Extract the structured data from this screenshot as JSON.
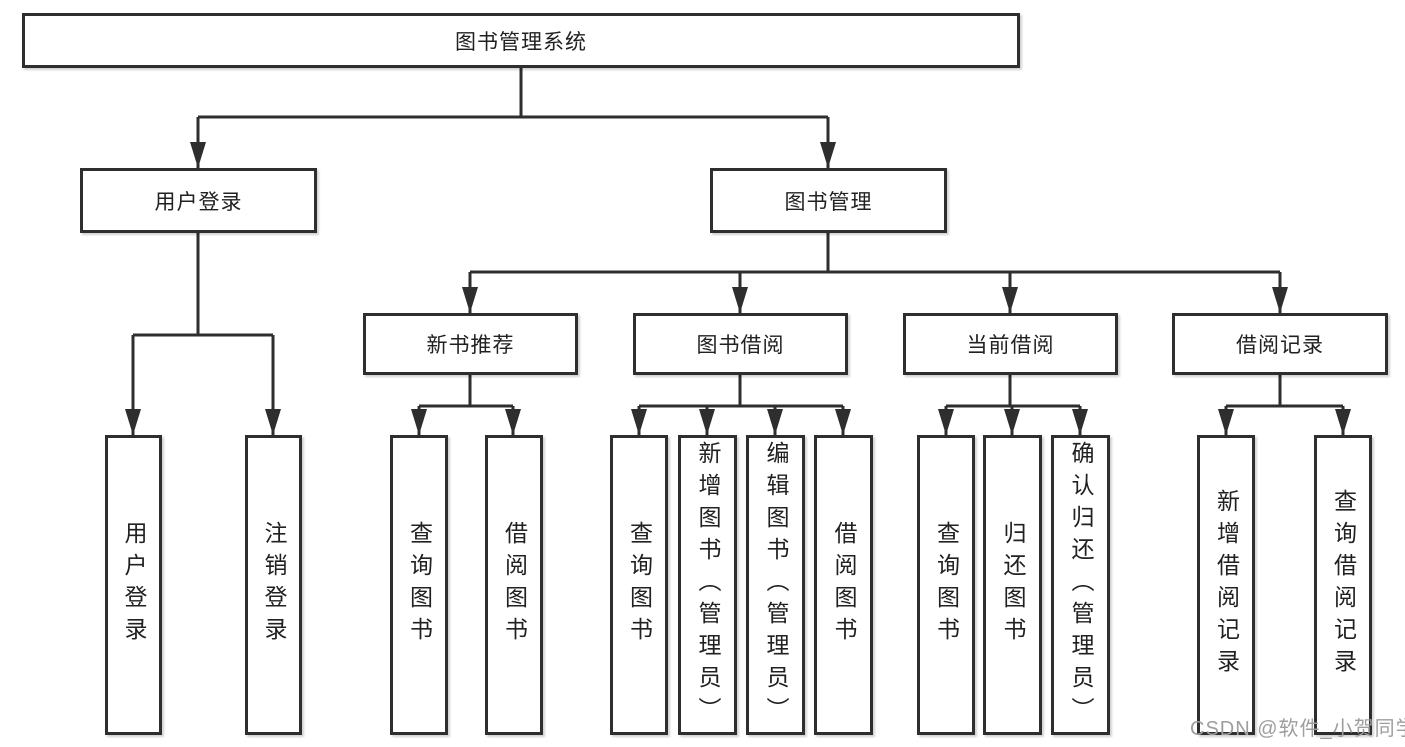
{
  "diagram": {
    "root": {
      "label": "图书管理系统"
    },
    "branches": [
      {
        "label": "用户登录",
        "children": [
          {
            "label": "用户登录"
          },
          {
            "label": "注销登录"
          }
        ]
      },
      {
        "label": "图书管理",
        "children": [
          {
            "label": "新书推荐",
            "children": [
              {
                "label": "查询图书"
              },
              {
                "label": "借阅图书"
              }
            ]
          },
          {
            "label": "图书借阅",
            "children": [
              {
                "label": "查询图书"
              },
              {
                "label": "新增图书（管理员）"
              },
              {
                "label": "编辑图书（管理员）"
              },
              {
                "label": "借阅图书"
              }
            ]
          },
          {
            "label": "当前借阅",
            "children": [
              {
                "label": "查询图书"
              },
              {
                "label": "归还图书"
              },
              {
                "label": "确认归还（管理员）"
              }
            ]
          },
          {
            "label": "借阅记录",
            "children": [
              {
                "label": "新增借阅记录"
              },
              {
                "label": "查询借阅记录"
              }
            ]
          }
        ]
      }
    ]
  },
  "watermark": {
    "text": "CSDN @软件_小贺同学"
  },
  "colors": {
    "line": "#2e2e2e",
    "box_border": "#2e2e2e",
    "text": "#212121",
    "watermark": "#9e9e9e",
    "background": "#ffffff"
  }
}
